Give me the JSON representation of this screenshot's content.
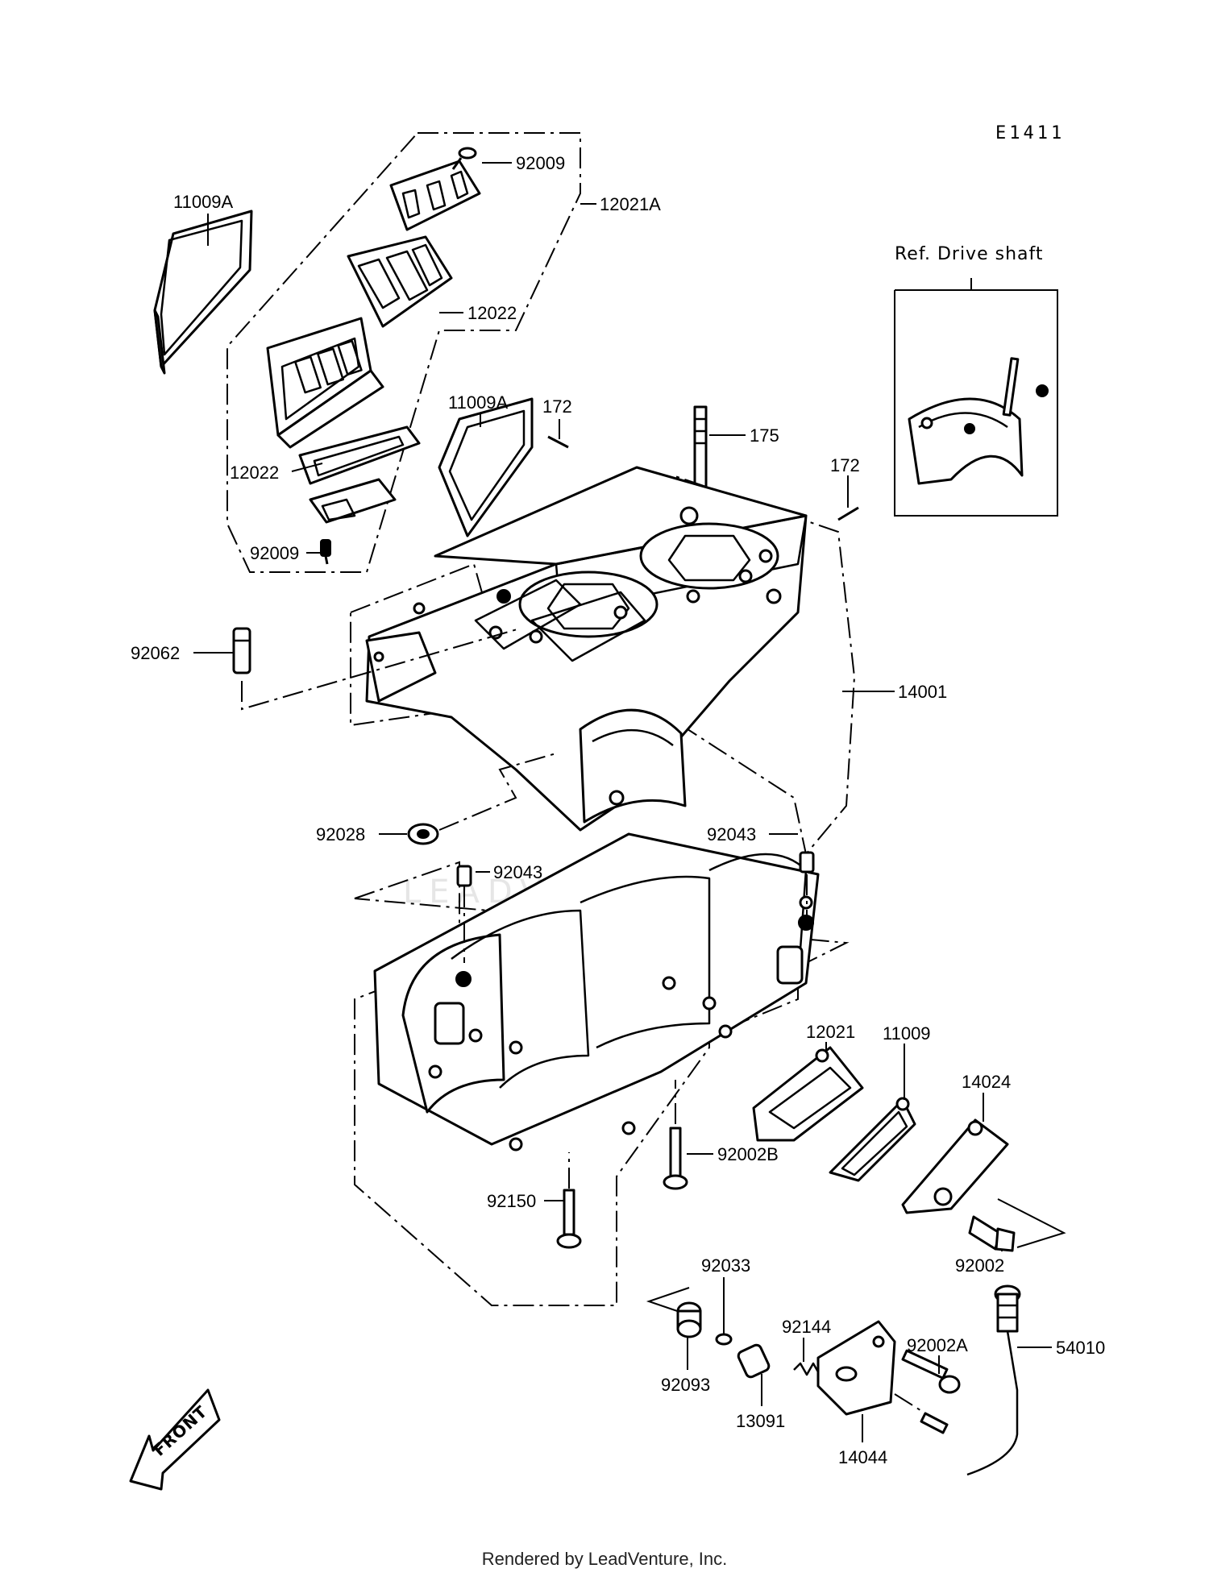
{
  "diagram_code": "E1411",
  "reference_box_title": "Ref. Drive shaft",
  "watermark": "LEADVENTURE",
  "front_label": "FRONT",
  "footer": "Rendered by LeadVenture, Inc.",
  "labels": {
    "p92009_top": "92009",
    "p12021A": "12021A",
    "p11009A_left": "11009A",
    "p12022_top": "12022",
    "p11009A_mid": "11009A",
    "p172_left": "172",
    "p175": "175",
    "p172_right": "172",
    "p12022_bottom": "12022",
    "p92009_bottom": "92009",
    "p92062": "92062",
    "p14001": "14001",
    "p92043_right": "92043",
    "p92028": "92028",
    "p92043_left": "92043",
    "p12021": "12021",
    "p11009": "11009",
    "p14024": "14024",
    "p92002B": "92002B",
    "p92150": "92150",
    "p92002": "92002",
    "p92033": "92033",
    "p92144": "92144",
    "p92002A": "92002A",
    "p54010": "54010",
    "p92093": "92093",
    "p13091": "13091",
    "p14044": "14044"
  }
}
